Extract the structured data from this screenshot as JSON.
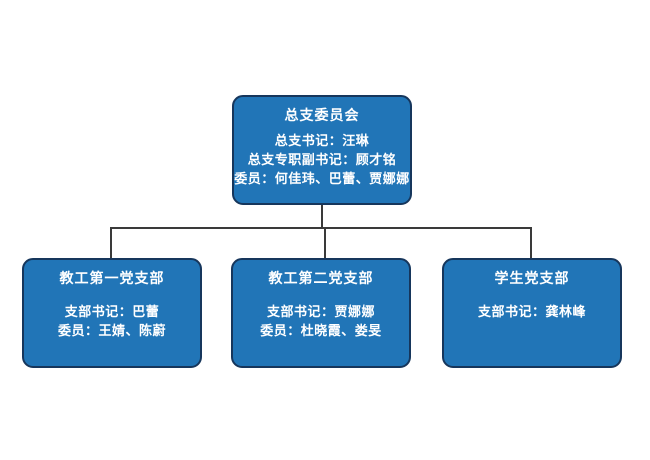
{
  "colors": {
    "background": "#FFFFFF",
    "box_fill": "#2175B7",
    "box_border": "#16365C",
    "text_color": "#FFFFFF",
    "connector": "#3A3A3A"
  },
  "org_chart": {
    "type": "org-tree",
    "root": {
      "title": "总支委员会",
      "lines": [
        "总支书记：汪琳",
        "总支专职副书记：顾才铭",
        "委员：何佳玮、巴蕾、贾娜娜"
      ]
    },
    "children": [
      {
        "title": "教工第一党支部",
        "lines": [
          "支部书记：巴蕾",
          "委员：王婧、陈蔚"
        ]
      },
      {
        "title": "教工第二党支部",
        "lines": [
          "支部书记：贾娜娜",
          "委员：杜晓霞、娄旻"
        ]
      },
      {
        "title": "学生党支部",
        "lines": [
          "支部书记：龚林峰"
        ]
      }
    ]
  }
}
